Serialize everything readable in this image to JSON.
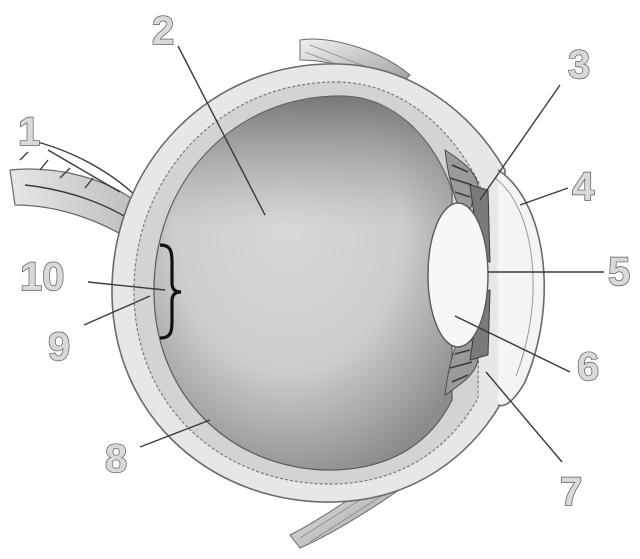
{
  "labels": {
    "n1": "1",
    "n2": "2",
    "n3": "3",
    "n4": "4",
    "n5": "5",
    "n6": "6",
    "n7": "7",
    "n8": "8",
    "n9": "9",
    "n10": "10"
  }
}
